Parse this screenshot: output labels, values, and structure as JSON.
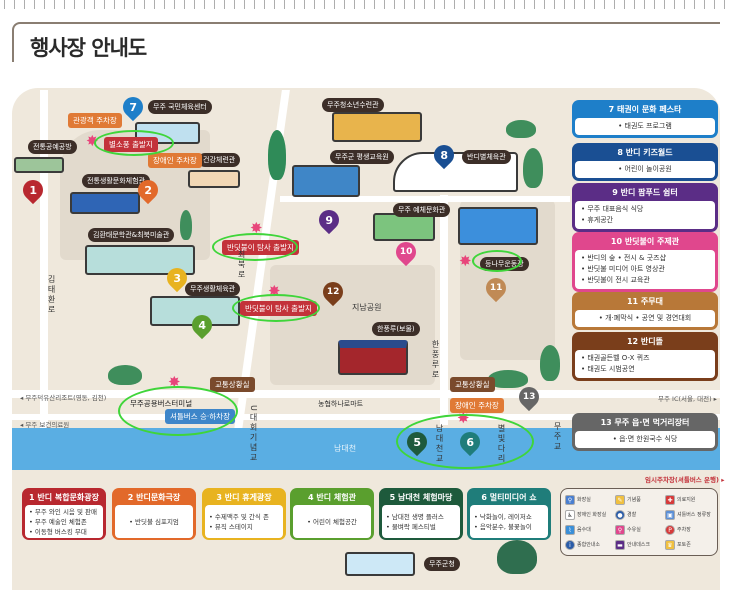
{
  "title": "행사장 안내도",
  "buildings": {
    "sports_center": "무주 국민체육센터",
    "craft_studio": "전통공예공방",
    "culture_hall": "전통생활문화체험관",
    "health_hall": "건강체련관",
    "museum": "김환태문학관&최북미술관",
    "gym": "무주생활체육관",
    "youth_center": "무주청소년수련관",
    "edu_center": "무주군 평생교육원",
    "bandi_gym": "반디별체육관",
    "arts_center": "무주 예체문화관",
    "wisteria_stage": "등나무운동장",
    "hanpungru": "한풍루(보물)",
    "county_office": "무주군청"
  },
  "tags": {
    "star_picnic": "별소풍 출발지",
    "firefly_tour_1": "반딧불이 탐사 출발지",
    "firefly_tour_2": "반딧불이 탐사 출발지",
    "tourist_parking": "관광객 주차장",
    "disabled_parking_1": "장애인 주차장",
    "disabled_parking_2": "장애인 주차장",
    "traffic_room_1": "교통상황실",
    "traffic_room_2": "교통상황실",
    "shuttle_stop": "셔틀버스 승·하차장"
  },
  "streets": {
    "kimtaehwan": "김태환로",
    "choibuk": "최북로",
    "hanpungru_ro": "한풍루로",
    "jinam_park": "지남공원",
    "nh_mart": "농협하나로마트",
    "terminal": "무주공용버스터미널",
    "river": "남대천",
    "namdae_bridge": "남대천교",
    "starlight_bridge": "별빛다리",
    "muju_bridge": "무주교",
    "u_bridge": "U대회기념교"
  },
  "directions": {
    "resort": "◂ 무주덕유산리조트(영동, 김천)",
    "hospital": "◂ 무주 보건의료원",
    "ic": "무주 IC(서울, 대전) ▸",
    "temp_parking": "임시주차장(셔틀버스 운행) ▸"
  },
  "pins": [
    "1",
    "2",
    "3",
    "4",
    "5",
    "6",
    "7",
    "8",
    "9",
    "10",
    "11",
    "12",
    "13"
  ],
  "zones_right": [
    {
      "num": "7",
      "title": "태권이 문화 페스타",
      "items": [
        "• 태권도 프로그램"
      ],
      "color": "#1e7fc9"
    },
    {
      "num": "8",
      "title": "반디 키즈월드",
      "items": [
        "• 어린이 놀이공원"
      ],
      "color": "#1a4f93"
    },
    {
      "num": "9",
      "title": "반디 팜푸드 쉼터",
      "items": [
        "• 무주 대표음식 식당",
        "• 휴게공간"
      ],
      "color": "#5b2d86"
    },
    {
      "num": "10",
      "title": "반딧불이 주제관",
      "items": [
        "• 반디의 숲   • 전시 & 굿즈샵",
        "• 반딧불 미디어 아트 영상관",
        "• 반딧불이 전시 교육관"
      ],
      "color": "#e0478d"
    },
    {
      "num": "11",
      "title": "주무대",
      "items": [
        "• 개·폐막식  • 공연 및 경연대회"
      ],
      "color": "#b87838"
    },
    {
      "num": "12",
      "title": "반디뜰",
      "items": [
        "• 태권골든벨 O-X 퀴즈",
        "• 태권도 시범공연"
      ],
      "color": "#7a3e1b"
    },
    {
      "num": "13",
      "title": "무주 읍·면 먹거리장터",
      "items": [
        "• 읍·면 한원국수 식당"
      ],
      "color": "#666666"
    }
  ],
  "zones_bottom": [
    {
      "num": "1",
      "title": "반디 복합문화광장",
      "items": [
        "• 무주 와인 시음 및 판매",
        "• 무주 예술인 체험존",
        "• 이동형 버스킹 무대"
      ],
      "color": "#b8282f"
    },
    {
      "num": "2",
      "title": "반디문화극장",
      "items": [
        "• 반딧불 심포지엄"
      ],
      "color": "#e2692a"
    },
    {
      "num": "3",
      "title": "반디 휴게광장",
      "items": [
        "• 수제맥주 및 간식 존",
        "• 뮤직 스테이지"
      ],
      "color": "#e8b320"
    },
    {
      "num": "4",
      "title": "반디 체험관",
      "items": [
        "• 어린이 체험공간"
      ],
      "color": "#5a9f2e"
    },
    {
      "num": "5",
      "title": "남대천 체험마당",
      "items": [
        "• 남대천 생명 플러스",
        "• 물벼락 페스티벌"
      ],
      "color": "#1e5a3c"
    },
    {
      "num": "6",
      "title": "멀티미디어 쇼",
      "items": [
        "• 낙화놀이, 레이저쇼",
        "• 음악분수, 불꽃놀이"
      ],
      "color": "#1f7d7a"
    }
  ],
  "legend": [
    "화장실",
    "장애인 화장실",
    "음수대",
    "종합안내소",
    "기념품",
    "경찰",
    "수유실",
    "안내데스크",
    "의료지원",
    "셔틀버스 정류장",
    "주차장",
    "포토존"
  ]
}
